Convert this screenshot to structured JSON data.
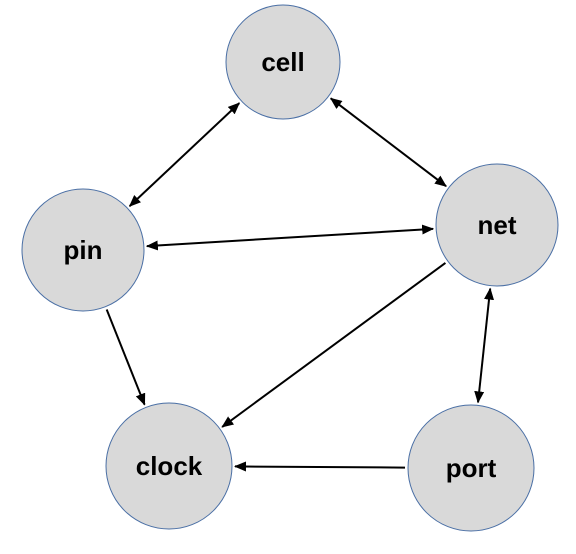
{
  "nodes": [
    {
      "id": "cell",
      "label": "cell"
    },
    {
      "id": "net",
      "label": "net"
    },
    {
      "id": "pin",
      "label": "pin"
    },
    {
      "id": "clock",
      "label": "clock"
    },
    {
      "id": "port",
      "label": "port"
    }
  ],
  "edges": [
    {
      "from": "cell",
      "to": "pin",
      "direction": "both"
    },
    {
      "from": "cell",
      "to": "net",
      "direction": "both"
    },
    {
      "from": "pin",
      "to": "net",
      "direction": "both"
    },
    {
      "from": "net",
      "to": "port",
      "direction": "both"
    },
    {
      "from": "pin",
      "to": "clock",
      "direction": "forward"
    },
    {
      "from": "net",
      "to": "clock",
      "direction": "forward"
    },
    {
      "from": "port",
      "to": "clock",
      "direction": "forward"
    }
  ],
  "colors": {
    "node_fill": "#d9d9d9",
    "node_stroke": "#4a6fa5",
    "edge": "#000000"
  }
}
